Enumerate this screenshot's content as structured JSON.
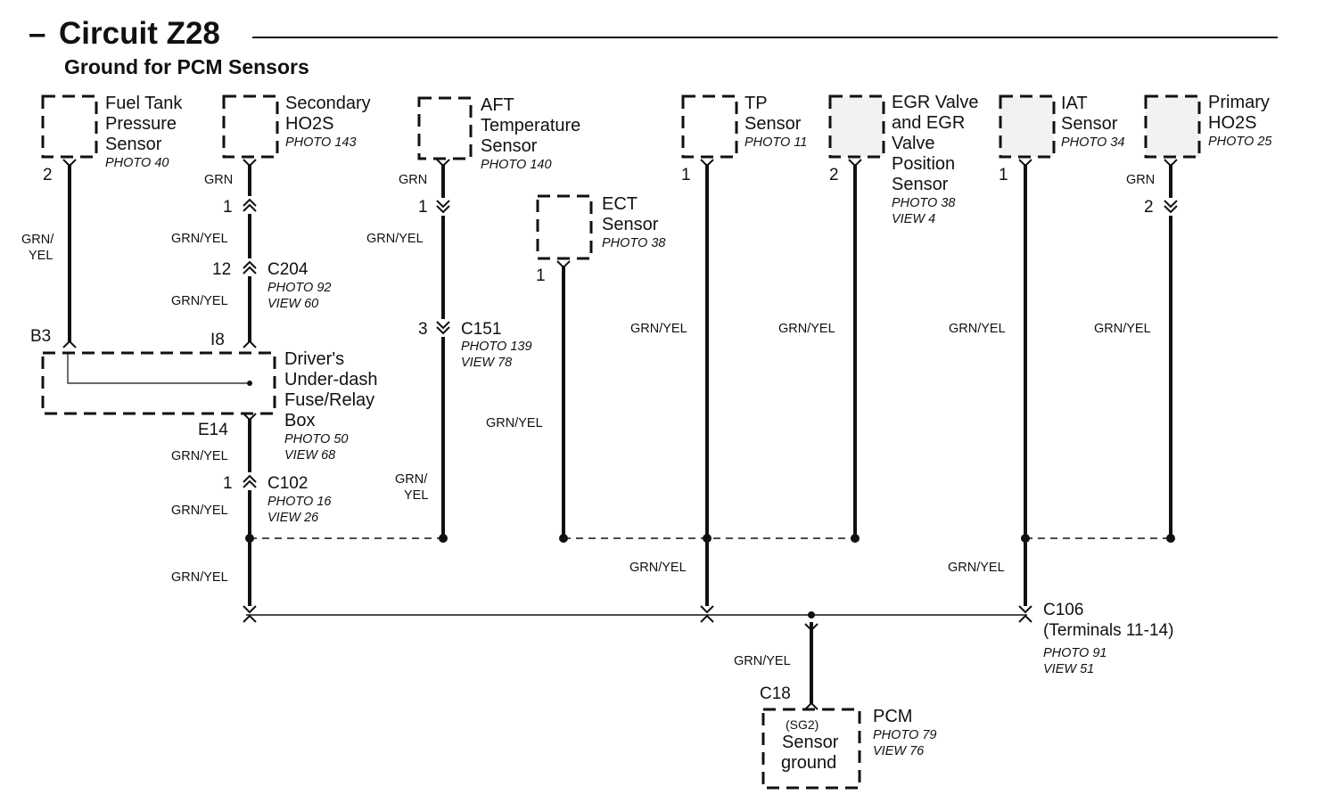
{
  "header": {
    "dash": "–",
    "title": "Circuit Z28",
    "subtitle": "Ground for PCM Sensors"
  },
  "components": {
    "fuel_tank": {
      "line1": "Fuel Tank",
      "line2": "Pressure",
      "line3": "Sensor",
      "photo": "PHOTO 40"
    },
    "secondary_ho2s": {
      "line1": "Secondary",
      "line2": "HO2S",
      "photo": "PHOTO 143"
    },
    "aft": {
      "line1": "AFT",
      "line2": "Temperature",
      "line3": "Sensor",
      "photo": "PHOTO 140"
    },
    "ect": {
      "line1": "ECT",
      "line2": "Sensor",
      "photo": "PHOTO 38"
    },
    "tp": {
      "line1": "TP",
      "line2": "Sensor",
      "photo": "PHOTO 11"
    },
    "egr": {
      "line1": "EGR Valve",
      "line2": "and EGR",
      "line3": "Valve",
      "line4": "Position",
      "line5": "Sensor",
      "photo": "PHOTO 38",
      "view": "VIEW 4"
    },
    "iat": {
      "line1": "IAT",
      "line2": "Sensor",
      "photo": "PHOTO 34"
    },
    "primary_ho2s": {
      "line1": "Primary",
      "line2": "HO2S",
      "photo": "PHOTO 25"
    },
    "fuse_box": {
      "line1": "Driver's",
      "line2": "Under-dash",
      "line3": "Fuse/Relay",
      "line4": "Box",
      "photo": "PHOTO 50",
      "view": "VIEW 68"
    },
    "pcm": {
      "name": "PCM",
      "photo": "PHOTO 79",
      "view": "VIEW 76",
      "terminal": "(SG2)",
      "line1": "Sensor",
      "line2": "ground"
    }
  },
  "connectors": {
    "c204": {
      "name": "C204",
      "photo": "PHOTO 92",
      "view": "VIEW 60"
    },
    "c151": {
      "name": "C151",
      "photo": "PHOTO 139",
      "view": "VIEW 78"
    },
    "c102": {
      "name": "C102",
      "photo": "PHOTO 16",
      "view": "VIEW 26"
    },
    "c106": {
      "name": "C106",
      "terminals": "(Terminals 11-14)",
      "photo": "PHOTO 91",
      "view": "VIEW 51"
    },
    "c18": {
      "name": "C18"
    }
  },
  "pins": {
    "fuel_tank": "2",
    "secondary_ho2s": "1",
    "c204": "12",
    "fuse_b3": "B3",
    "fuse_i8": "I8",
    "fuse_e14": "E14",
    "c102": "1",
    "aft": "1",
    "c151": "3",
    "ect": "1",
    "tp": "1",
    "egr": "2",
    "iat": "1",
    "primary_ho2s": "2"
  },
  "wires": {
    "grn": "GRN",
    "grn_yel": "GRN/YEL",
    "grn_split_1": "GRN/",
    "grn_split_2": "YEL"
  }
}
